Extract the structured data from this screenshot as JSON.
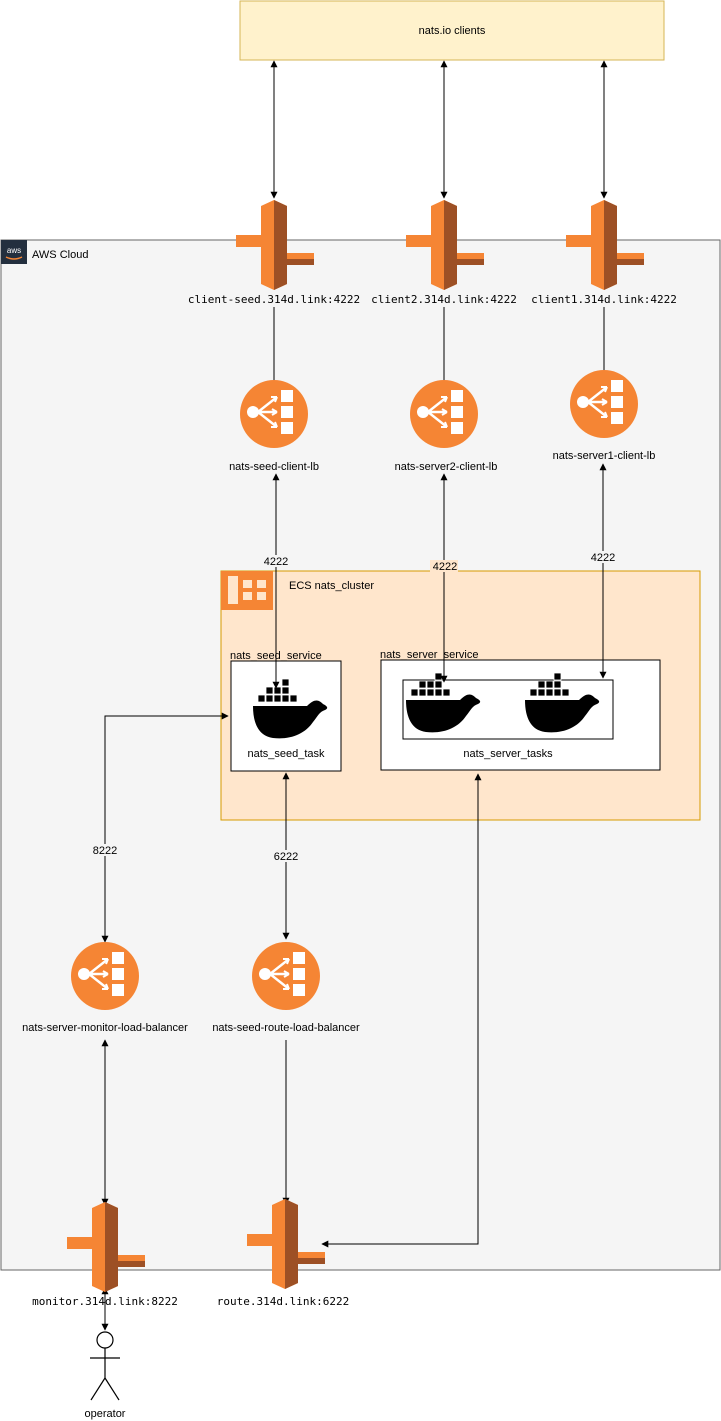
{
  "clients": {
    "label": "nats.io clients"
  },
  "aws": {
    "label": "AWS Cloud"
  },
  "ecs": {
    "label": "ECS nats_cluster"
  },
  "services": {
    "seed": {
      "label": "nats_seed_service",
      "task": "nats_seed_task"
    },
    "server": {
      "label": "nats_server_service",
      "task": "nats_server_tasks"
    }
  },
  "dns": {
    "client_seed": "client-seed.314d.link:4222",
    "client2": "client2.314d.link:4222",
    "client1": "client1.314d.link:4222",
    "monitor": "monitor.314d.link:8222",
    "route": "route.314d.link:6222"
  },
  "lbs": {
    "seed_client": "nats-seed-client-lb",
    "server2_client": "nats-server2-client-lb",
    "server1_client": "nats-server1-client-lb",
    "monitor": "nats-server-monitor-load-balancer",
    "route": "nats-seed-route-load-balancer"
  },
  "ports": {
    "seed_client": "4222",
    "server2_client": "4222",
    "server1_client": "4222",
    "monitor": "8222",
    "route": "6222"
  },
  "operator": {
    "label": "operator"
  },
  "colors": {
    "aws_orange": "#F58534",
    "aws_dark": "#9D5025",
    "clients_fill": "#FFF2CC",
    "clients_stroke": "#D6B656",
    "ecs_fill": "#FFE6CC",
    "ecs_stroke": "#D79B00",
    "cloud_fill": "#F5F5F5",
    "cloud_stroke": "#666666"
  }
}
